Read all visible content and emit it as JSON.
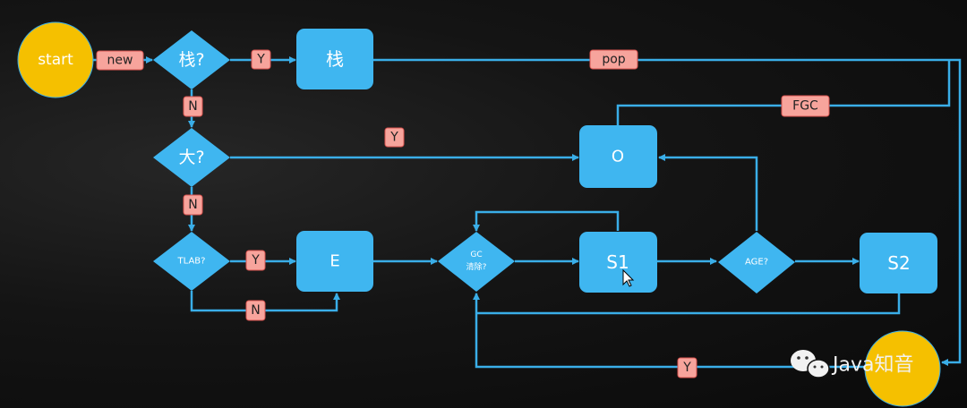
{
  "colors": {
    "node": "#3fb6f0",
    "edge": "#3aaee8",
    "terminal": "#f5c000",
    "label_bg": "#f7a49c",
    "label_border": "#d9534f",
    "background": "#111111"
  },
  "nodes": {
    "start": "start",
    "stack_check": "栈?",
    "stack": "栈",
    "big_check": "大?",
    "old": "O",
    "tlab_check": "TLAB?",
    "eden": "E",
    "gc_check_line1": "GC",
    "gc_check_line2": "清除?",
    "s1": "S1",
    "age_check": "AGE?",
    "s2": "S2"
  },
  "edge_labels": {
    "new": "new",
    "stack_yes": "Y",
    "pop": "pop",
    "stack_no": "N",
    "big_yes": "Y",
    "fgc": "FGC",
    "big_no": "N",
    "tlab_yes": "Y",
    "tlab_no": "N",
    "gc_yes": "Y"
  },
  "watermark": "Java知音"
}
